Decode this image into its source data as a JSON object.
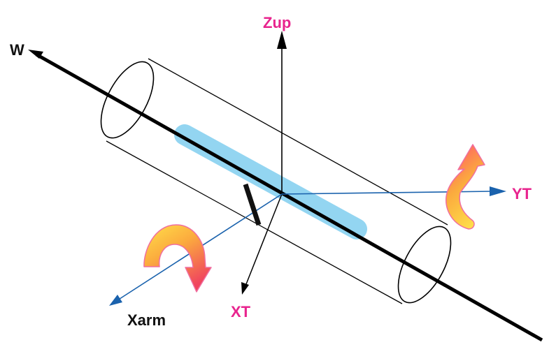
{
  "colors": {
    "background": "#ffffff",
    "beam_line": "#000000",
    "cylinder_outline": "#000000",
    "beam_highlight": "#93d5f1",
    "transverse_axes": "#1a62ad",
    "vertical_axis": "#000000",
    "magenta_label": "#e8248e",
    "black_label": "#111111",
    "arrow_gradient_top": "#ffe14a",
    "arrow_gradient_bottom": "#f0445e",
    "arrow_outline": "#f06ea0",
    "marker_bar": "#111111"
  },
  "labels": {
    "w": "W",
    "zup": "Zup",
    "yt": "YT",
    "xt": "XT",
    "xarm": "Xarm"
  },
  "icons": {
    "rotation_arrow_left": "curved-rotation-arrow",
    "rotation_arrow_right": "curved-rotation-arrow"
  }
}
